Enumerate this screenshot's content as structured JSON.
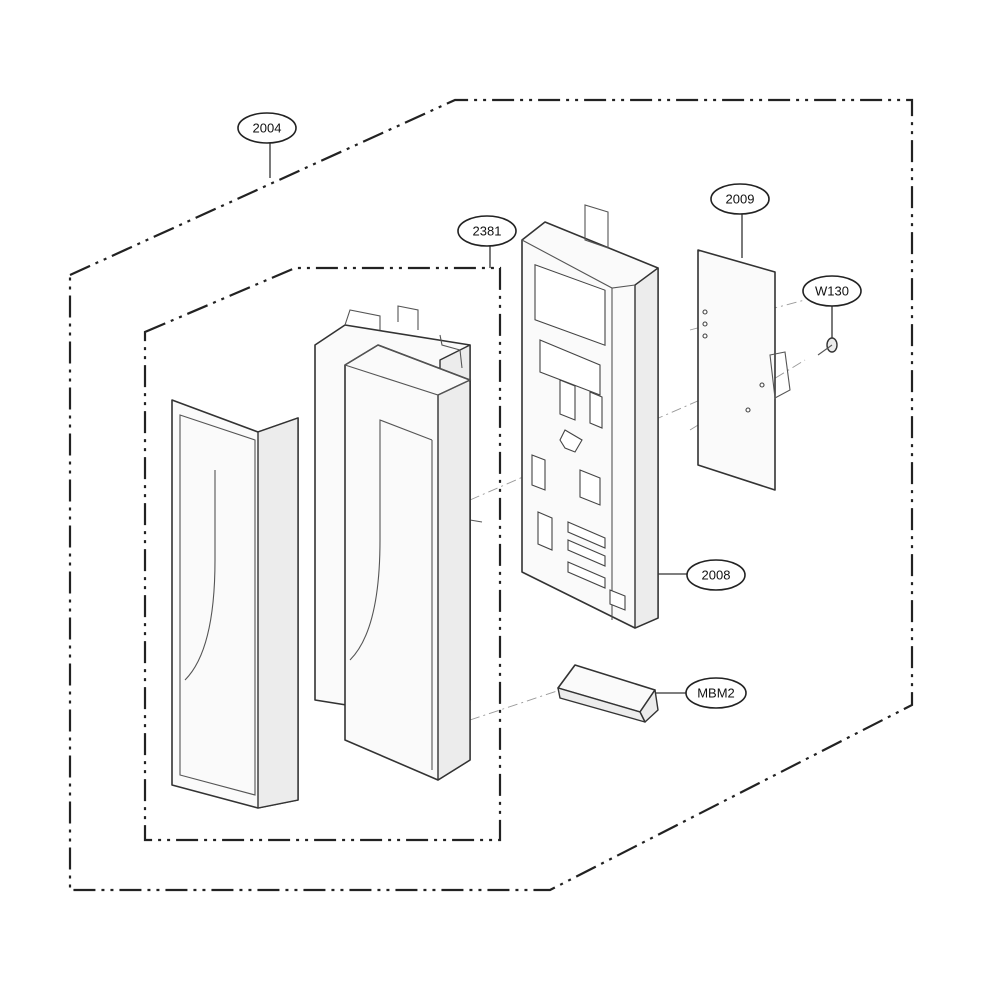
{
  "callouts": {
    "assembly_2004": "2004",
    "door_assembly_2381": "2381",
    "pcb_2009": "2009",
    "screw_w130": "W130",
    "bracket_2008": "2008",
    "button_mbm2": "MBM2"
  }
}
